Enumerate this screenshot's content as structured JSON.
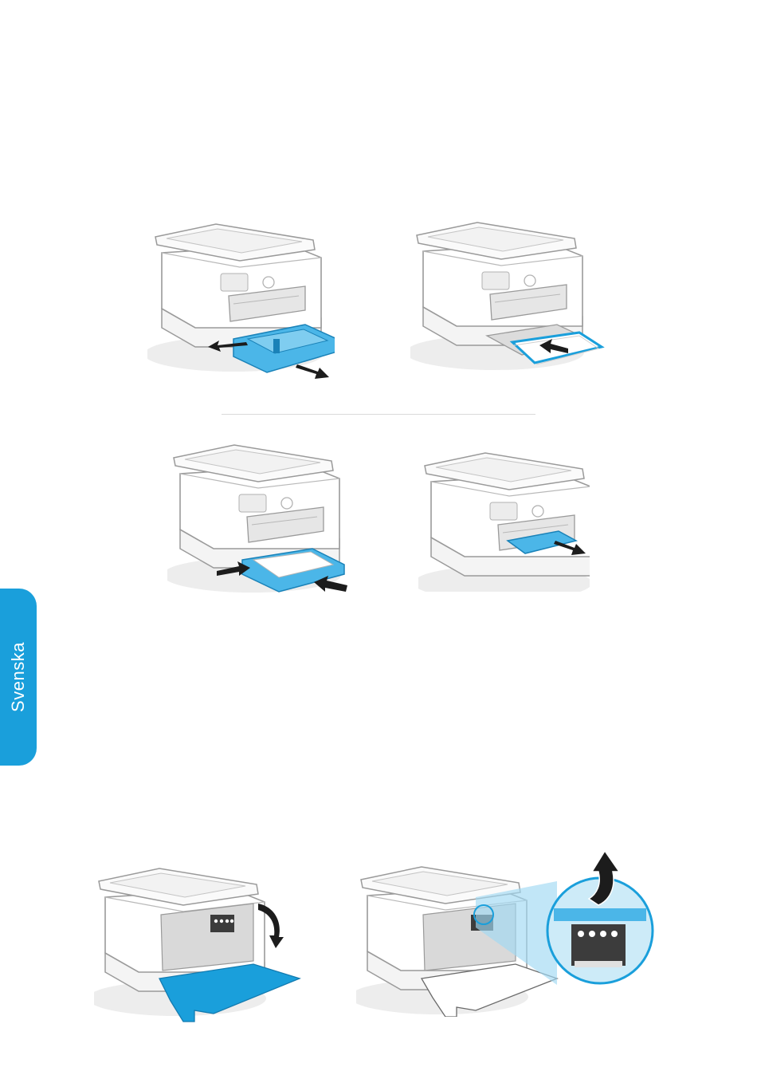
{
  "language_tab": {
    "label": "Svenska"
  },
  "colors": {
    "accent_blue": "#1a9fdb",
    "tray_blue": "#4bb6e8",
    "printer_body": "#ffffff",
    "printer_outline": "#9a9a9a",
    "printer_shadow": "#e9e9e9",
    "arrow": "#1c1c1c",
    "divider": "#d9d9d9"
  },
  "figures": [
    {
      "name": "printer-open-tray-extend-guides",
      "icon": "printer-illustration"
    },
    {
      "name": "printer-load-paper-in-tray",
      "icon": "printer-illustration"
    },
    {
      "name": "printer-close-tray",
      "icon": "printer-illustration"
    },
    {
      "name": "printer-extend-output-tray",
      "icon": "printer-illustration"
    },
    {
      "name": "printer-open-front-door",
      "icon": "printer-illustration"
    },
    {
      "name": "printer-cartridge-access-zoom",
      "icon": "printer-illustration"
    }
  ]
}
